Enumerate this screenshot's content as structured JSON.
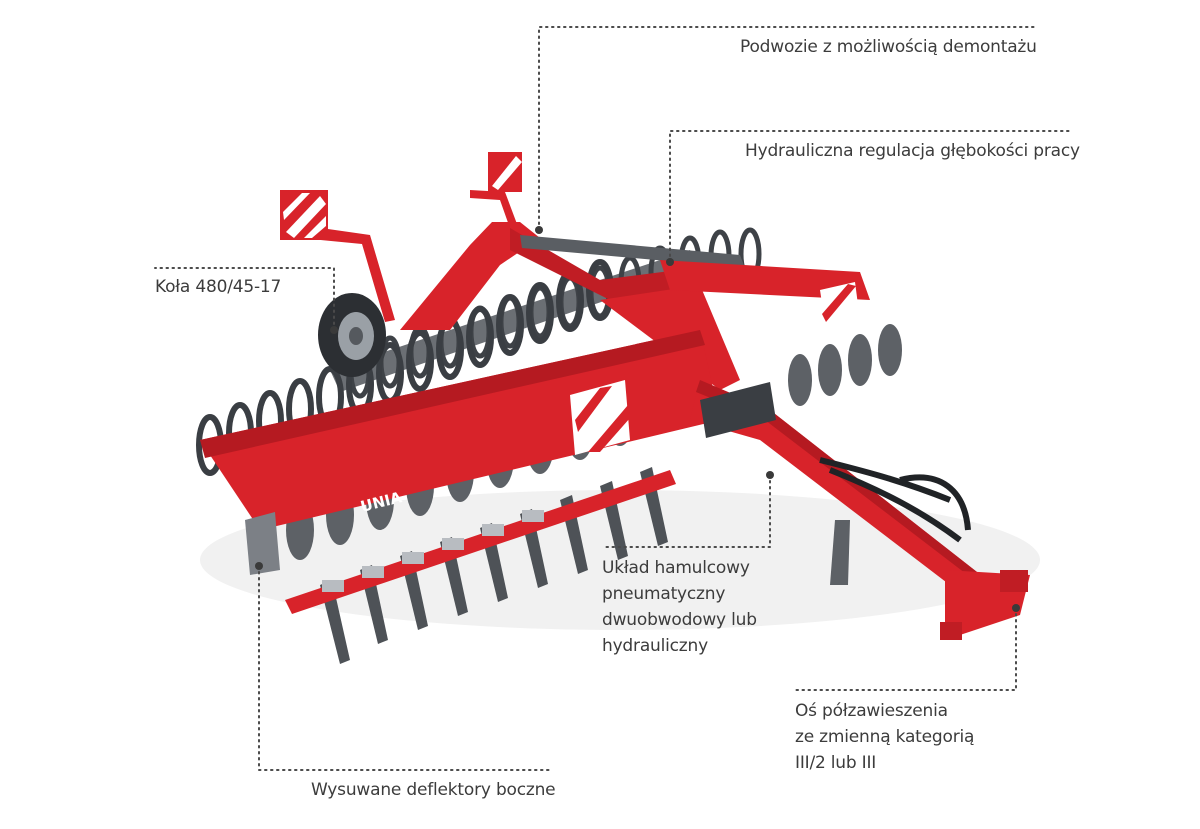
{
  "brand": {
    "logo_text": "UNIA",
    "accent_color": "#d8232a"
  },
  "callouts": {
    "chassis": "Podwozie z możliwością demontażu",
    "hydraulic_depth": "Hydrauliczna regulacja głębokości pracy",
    "wheels": "Koła 480/45-17",
    "deflectors": "Wysuwane deflektory boczne",
    "brakes": [
      "Układ hamulcowy",
      "pneumatyczny",
      "dwuobwodowy lub",
      "hydrauliczny"
    ],
    "hitch_axle": [
      "Oś półzawieszenia",
      "ze zmienną kategorią",
      "III/2 lub III"
    ]
  }
}
